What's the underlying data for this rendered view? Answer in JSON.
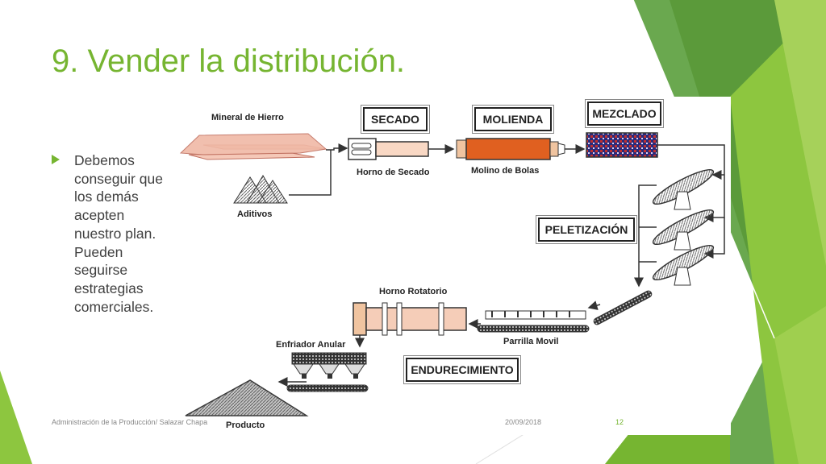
{
  "slide": {
    "title": "9. Vender la distribución.",
    "bullet": "Debemos conseguir que los demás acepten nuestro plan. Pueden seguirse estrategias comerciales.",
    "accent_color": "#76b531"
  },
  "diagram": {
    "stages": {
      "secado": "SECADO",
      "molienda": "MOLIENDA",
      "mezclado": "MEZCLADO",
      "peletizacion": "PELETIZACIÓN",
      "endurecimiento": "ENDURECIMIENTO"
    },
    "labels": {
      "mineral": "Mineral de Hierro",
      "aditivos": "Aditivos",
      "horno_secado": "Horno de Secado",
      "molino": "Molino de Bolas",
      "horno_rotatorio": "Horno Rotatorio",
      "parrilla": "Parrilla Movil",
      "enfriador": "Enfriador Anular",
      "producto": "Producto"
    }
  },
  "footer": {
    "left": "Administración de la Producción/ Salazar Chapa",
    "date": "20/09/2018",
    "page": "12"
  }
}
